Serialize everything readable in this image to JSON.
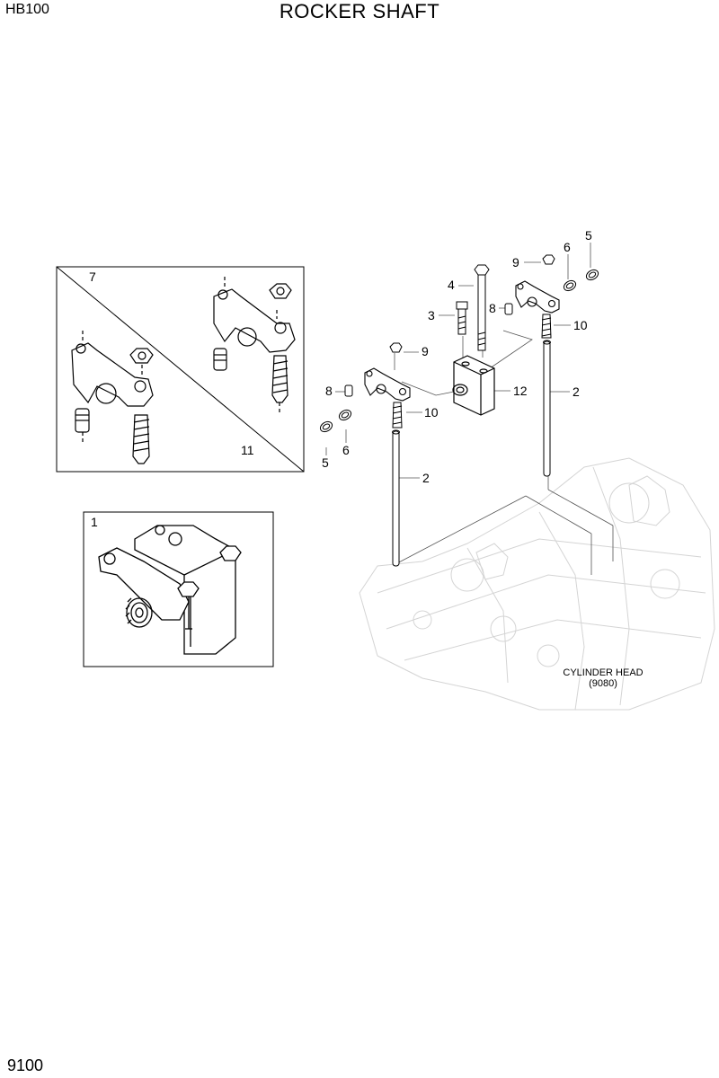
{
  "header": {
    "model": "HB100",
    "title": "ROCKER SHAFT"
  },
  "footer": {
    "page_number": "9100"
  },
  "callouts": {
    "c1": "1",
    "c2a": "2",
    "c2b": "2",
    "c3": "3",
    "c4": "4",
    "c5a": "5",
    "c5b": "5",
    "c6a": "6",
    "c6b": "6",
    "c7": "7",
    "c8a": "8",
    "c8b": "8",
    "c9a": "9",
    "c9b": "9",
    "c10a": "10",
    "c10b": "10",
    "c11": "11",
    "c12": "12"
  },
  "reference": {
    "name": "CYLINDER HEAD",
    "code": "(9080)"
  }
}
